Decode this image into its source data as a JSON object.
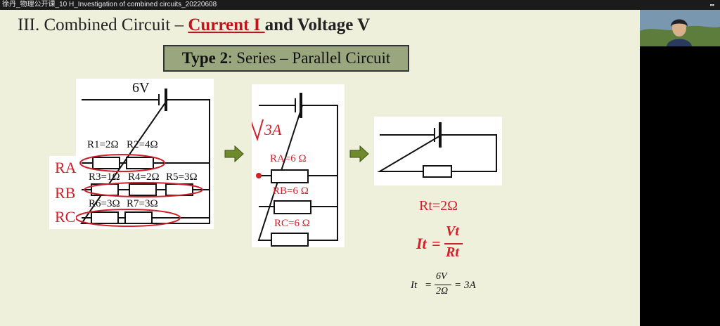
{
  "window": {
    "title": "徐丹_物理公开课_10 H_Investigation of combined circuits_20220608"
  },
  "slide": {
    "heading_prefix": "III. Combined Circuit – ",
    "heading_current": "Current I ",
    "heading_suffix": "and Voltage V",
    "type_bold": "Type 2",
    "type_rest": ": Series – Parallel Circuit"
  },
  "circuit1": {
    "battery": "6V",
    "r1": "R1=2Ω",
    "r2": "R2=4Ω",
    "r3": "R3=1Ω",
    "r4": "R4=2Ω",
    "r5": "R5=3Ω",
    "r6": "R6=3Ω",
    "r7": "R7=3Ω",
    "branch_a": "RA",
    "branch_b": "RB",
    "branch_c": "RC"
  },
  "circuit2": {
    "annotation": "3A",
    "ra": "RA=6 Ω",
    "rb": "RB=6 Ω",
    "rc": "RC=6 Ω"
  },
  "circuit3": {
    "rt": "Rt=2Ω",
    "formula_lhs": "It",
    "formula_num": "Vt",
    "formula_den": "Rt",
    "calc_lhs": "It",
    "calc_num": "6V",
    "calc_den": "2Ω",
    "calc_result": "3A"
  },
  "colors": {
    "accent_red": "#d0202a",
    "slide_bg": "#eef0dc",
    "box_bg": "#9aa67e",
    "arrow": "#6f8a2a"
  }
}
